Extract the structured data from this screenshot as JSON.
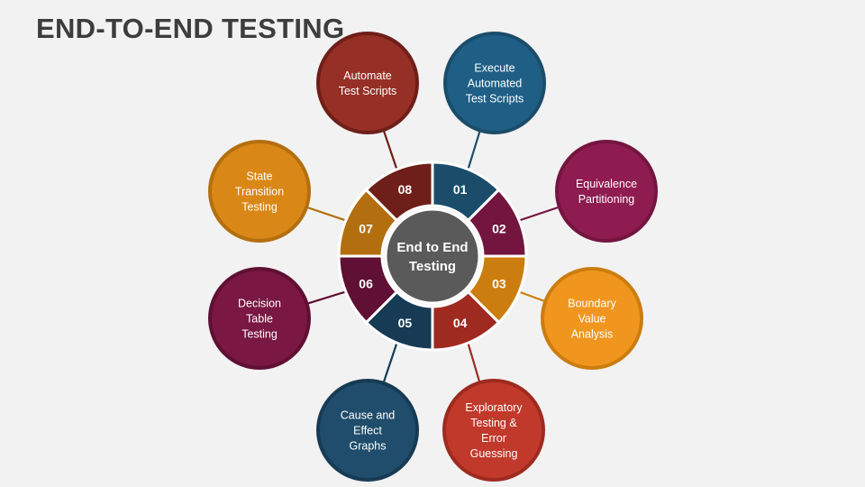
{
  "title": "END-TO-END TESTING",
  "hub": {
    "lines": [
      "End to End",
      "Testing"
    ],
    "color": "#5a5a5a"
  },
  "items": [
    {
      "num": "01",
      "lines": [
        "Execute",
        "Automated",
        "Test Scripts"
      ],
      "color": "#1f5f86",
      "dark": "#1b4d6b"
    },
    {
      "num": "02",
      "lines": [
        "Equivalence",
        "Partitioning"
      ],
      "color": "#8e1c50",
      "dark": "#741540"
    },
    {
      "num": "03",
      "lines": [
        "Boundary",
        "Value",
        "Analysis"
      ],
      "color": "#f0961f",
      "dark": "#cc7d0f"
    },
    {
      "num": "04",
      "lines": [
        "Exploratory",
        "Testing &",
        "Error",
        "Guessing"
      ],
      "color": "#c0392b",
      "dark": "#9e2a20"
    },
    {
      "num": "05",
      "lines": [
        "Cause and",
        "Effect",
        "Graphs"
      ],
      "color": "#1f4d6b",
      "dark": "#173b54"
    },
    {
      "num": "06",
      "lines": [
        "Decision",
        "Table",
        "Testing"
      ],
      "color": "#7a1742",
      "dark": "#5f1034"
    },
    {
      "num": "07",
      "lines": [
        "State",
        "Transition",
        "Testing"
      ],
      "color": "#d98716",
      "dark": "#b36f0f"
    },
    {
      "num": "08",
      "lines": [
        "Automate",
        "Test Scripts"
      ],
      "color": "#962f25",
      "dark": "#6e1f19"
    }
  ]
}
